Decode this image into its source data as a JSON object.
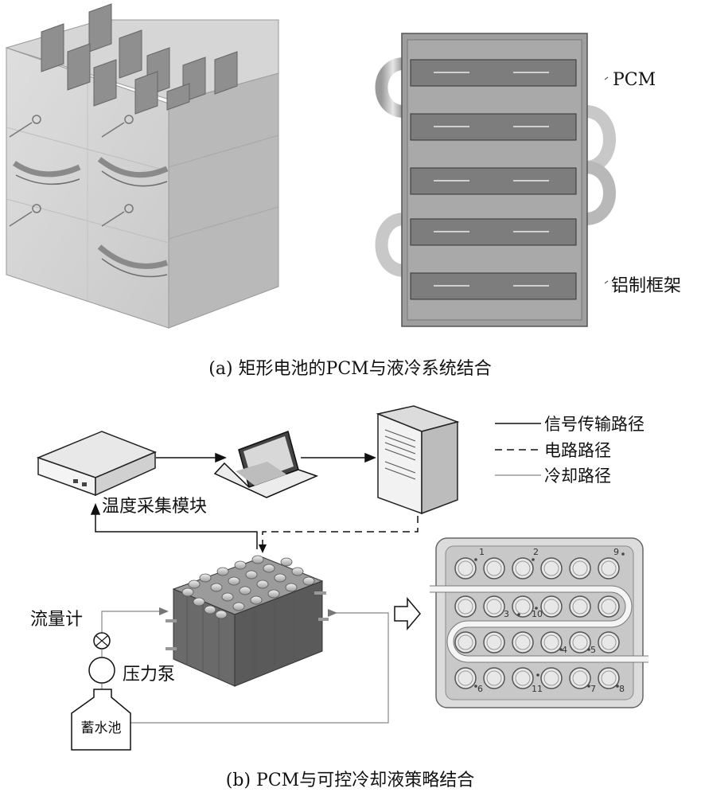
{
  "figure_a": {
    "caption": "(a) 矩形电池的PCM与液冷系统结合",
    "label_pcm": "PCM",
    "label_frame": "铝制框架"
  },
  "figure_b": {
    "caption": "(b) PCM与可控冷却液策略结合",
    "legend": {
      "signal": "信号传输路径",
      "circuit": "电路路径",
      "cooling": "冷却路径"
    },
    "temp_module": "温度采集模块",
    "flowmeter": "流量计",
    "pump": "压力泵",
    "reservoir": "蓄水池",
    "sensor_numbers": [
      "1",
      "2",
      "3",
      "4",
      "5",
      "6",
      "7",
      "8",
      "9",
      "10",
      "11"
    ]
  },
  "colors": {
    "signal_line": "#111111",
    "cooling_line": "#888888",
    "frame_gray": "#9a9a9a",
    "pcm_gray": "#7d7d7d"
  }
}
